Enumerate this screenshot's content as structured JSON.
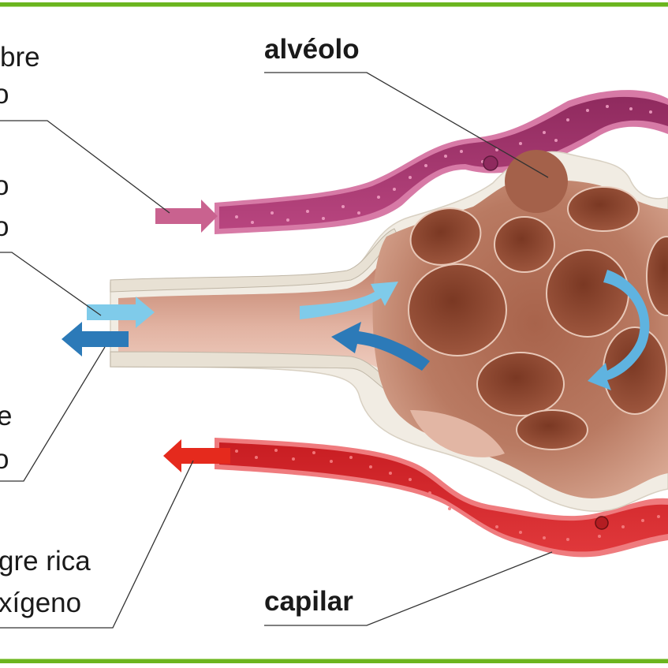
{
  "diagram": {
    "title": "Alvéolo pulmonar — intercambio de gases",
    "frame_color": "#6bb51f",
    "labels": {
      "alveolo": "alvéolo",
      "capilar": "capilar",
      "poor_blood_line1": "bre",
      "poor_blood_line2": "o",
      "air_in_line1": "o",
      "air_in_line2": "o",
      "air_out_line1": "e",
      "air_out_line2": "o",
      "rich_blood_line1": "gre rica",
      "rich_blood_line2": "xígeno"
    },
    "arrows": [
      {
        "name": "blood-in-arrow",
        "meaning": "sangre pobre en oxígeno entra",
        "direction": "right",
        "color": "#c9628f"
      },
      {
        "name": "air-in-arrow",
        "meaning": "aire rico en oxígeno entra",
        "direction": "right",
        "color": "#7fcbea"
      },
      {
        "name": "air-out-arrow",
        "meaning": "aire con dióxido de carbono sale",
        "direction": "left",
        "color": "#2c7ab8"
      },
      {
        "name": "blood-out-arrow",
        "meaning": "sangre rica en oxígeno sale",
        "direction": "left",
        "color": "#e52a1d"
      }
    ],
    "colors": {
      "vein_purple": "#a93a72",
      "vein_light": "#d77aa6",
      "artery_red": "#d8262a",
      "artery_light": "#ef7b7e",
      "alveolus_dark": "#8e4a33",
      "alveolus_mid": "#b77058",
      "alveolus_light": "#e6b9a6",
      "wall_cream": "#f1ece3",
      "leader_line": "#333333"
    }
  }
}
